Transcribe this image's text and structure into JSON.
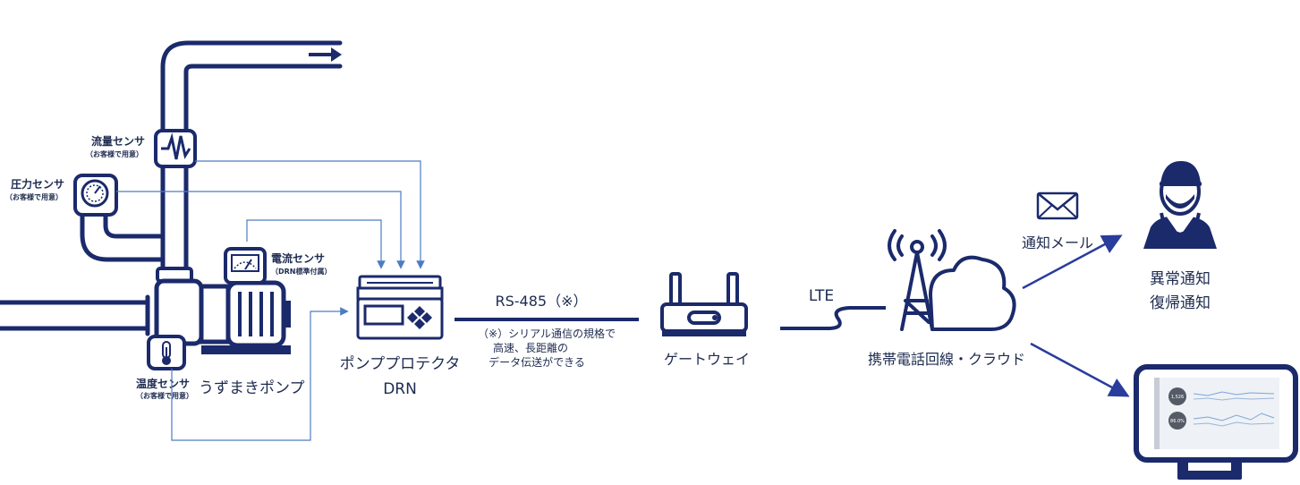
{
  "colors": {
    "navy": "#1b2a6b",
    "connector": "#4d7cc4",
    "arrow": "#2a3c9c",
    "text": "#1d2b4f",
    "link_text": "#2f4fb0"
  },
  "sensors": {
    "flow": {
      "title": "流量センサ",
      "note": "（お客様で用意）",
      "icon": "waveform-sensor-icon"
    },
    "pressure": {
      "title": "圧力センサ",
      "note": "（お客様で用意）",
      "icon": "pressure-gauge-icon"
    },
    "current": {
      "title": "電流センサ",
      "note": "（DRN標準付属）",
      "icon": "ammeter-icon"
    },
    "temperature": {
      "title": "温度センサ",
      "note": "（お客様で用意）",
      "icon": "thermometer-icon"
    }
  },
  "pump": {
    "label": "うずまきポンプ",
    "icon": "centrifugal-pump-icon"
  },
  "protector": {
    "line1": "ポンププロテクタ",
    "line2": "DRN",
    "icon": "pump-protector-device-icon"
  },
  "rs485": {
    "label": "RS-485（※）",
    "note_line1": "（※）シリアル通信の規格で",
    "note_line2": "高速、長距離の",
    "note_line3": "データ伝送ができる"
  },
  "gateway": {
    "label": "ゲートウェイ",
    "icon": "router-gateway-icon"
  },
  "lte": {
    "label": "LTE"
  },
  "cloud": {
    "label": "携帯電話回線・クラウド",
    "icon": "cell-tower-cloud-icon"
  },
  "mail": {
    "label": "通知メール",
    "icon": "envelope-icon"
  },
  "person": {
    "line1": "異常通知",
    "line2": "復帰通知",
    "icon": "worker-avatar-icon"
  },
  "monitor": {
    "icon": "monitor-dashboard-icon",
    "gauge1": "1,526",
    "gauge2": "86.0%"
  }
}
